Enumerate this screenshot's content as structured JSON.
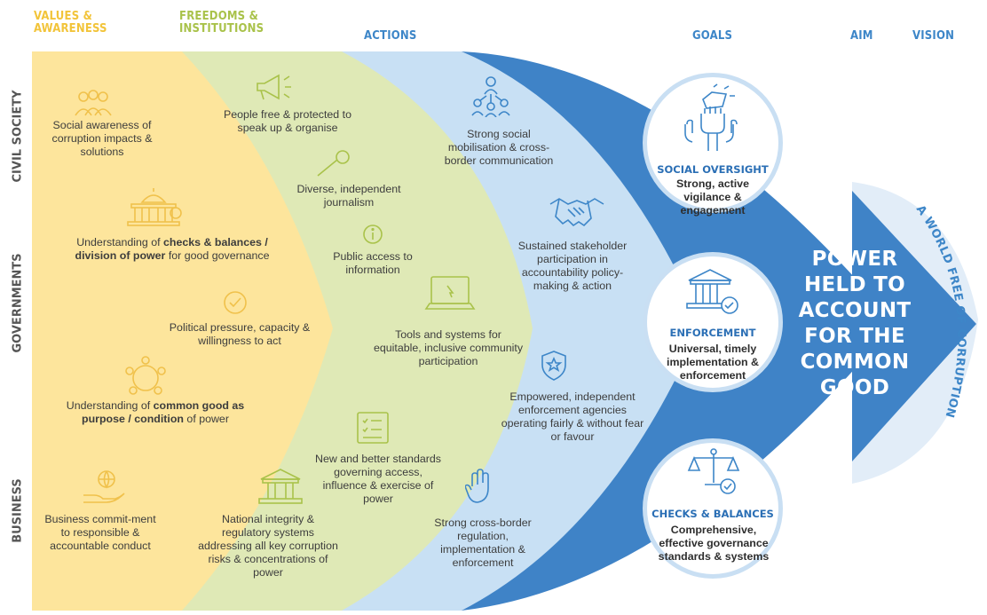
{
  "headers": {
    "values": "VALUES &\nAWARENESS",
    "freedoms": "FREEDOMS &\nINSTITUTIONS",
    "actions": "ACTIONS",
    "goals": "GOALS",
    "aim": "AIM",
    "vision": "VISION"
  },
  "rows": {
    "civil": "CIVIL SOCIETY",
    "gov": "GOVERNMENTS",
    "business": "BUSINESS"
  },
  "values": {
    "v1": "Social awareness of corruption impacts & solutions",
    "v2_pre": "Understanding of ",
    "v2_bold": "checks & balances / division of power",
    "v2_post": " for good governance",
    "v3": "Political pressure, capacity & willingness to act",
    "v4_pre": "Understanding of ",
    "v4_bold": "common good as purpose / condition",
    "v4_post": " of power",
    "v5": "Business commit-ment to responsible & accountable conduct"
  },
  "freedoms": {
    "f1": "People free & protected to speak up & organise",
    "f2": "Diverse, independent journalism",
    "f3": "Public access to information",
    "f4": "Tools and systems for equitable, inclusive community participation",
    "f5": "New and better standards governing access, influence & exercise of power",
    "f6": "National integrity & regulatory systems addressing all key corruption risks & concentrations of power"
  },
  "actions": {
    "a1": "Strong social mobilisation & cross-border communication",
    "a2": "Sustained stakeholder participation in accountability policy-making & action",
    "a3": "Empowered, independent enforcement agencies operating fairly & without fear or favour",
    "a4": "Strong cross-border regulation, implementation & enforcement"
  },
  "goals": [
    {
      "title": "SOCIAL OVERSIGHT",
      "desc": "Strong, active vigilance & engagement"
    },
    {
      "title": "ENFORCEMENT",
      "desc": "Universal, timely implementation & enforcement"
    },
    {
      "title": "CHECKS & BALANCES",
      "desc": "Comprehensive, effective governance standards & systems"
    }
  ],
  "aim_text": "POWER\nHELD TO\nACCOUNT\nFOR THE\nCOMMON\nGOOD",
  "vision_text": "A WORLD FREE OF CORRUPTION",
  "colors": {
    "yellow": "#fde49a",
    "green": "#dde8b5",
    "lightblue": "#c7e0f4",
    "blue": "#3d82c6",
    "pale": "#dbe9f6"
  }
}
